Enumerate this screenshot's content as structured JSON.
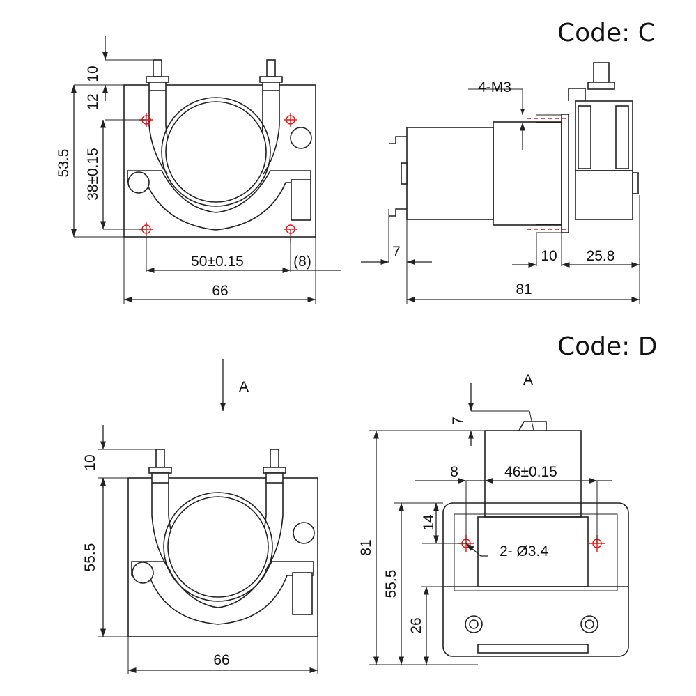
{
  "panels": {
    "top_label": "Code: C",
    "bottom_label": "Code: D"
  },
  "dimensions_c_front": {
    "d10": "10",
    "d12": "12",
    "d53_5": "53.5",
    "d38": "38±0.15",
    "d50": "50±0.15",
    "d8": "(8)",
    "d66": "66"
  },
  "dimensions_c_side": {
    "thread": "4-M3",
    "d7": "7",
    "d10": "10",
    "d25_8": "25.8",
    "d81": "81"
  },
  "dimensions_d_front": {
    "view_arrow": "A",
    "d10": "10",
    "d55_5": "55.5",
    "d66": "66"
  },
  "dimensions_d_view_a": {
    "view_label": "A",
    "d7": "7",
    "d8": "8",
    "d46": "46±0.15",
    "d14": "14",
    "hole": "2- Ø3.4",
    "d81": "81",
    "d55_5": "55.5",
    "d26": "26"
  }
}
